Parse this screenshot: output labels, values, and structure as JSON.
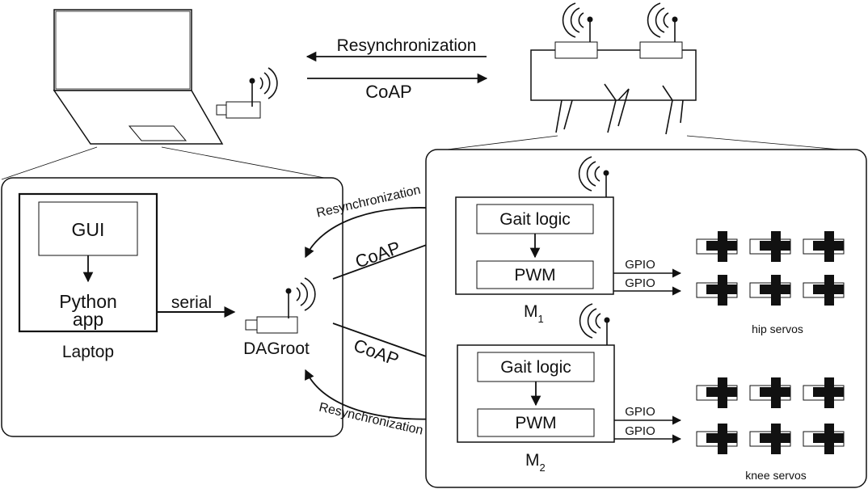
{
  "top": {
    "resync_label": "Resynchronization",
    "coap_label": "CoAP"
  },
  "laptop_panel": {
    "gui_label": "GUI",
    "python_app_line1": "Python",
    "python_app_line2": "app",
    "serial_label": "serial",
    "laptop_label": "Laptop",
    "dagroot_label": "DAGroot",
    "resync_upper_label": "Resynchronization",
    "resync_lower_label": "Resynchronization",
    "coap_upper_label": "CoAP",
    "coap_lower_label": "CoAP"
  },
  "robot_panel": {
    "m1": {
      "gait_label": "Gait logic",
      "pwm_label": "PWM",
      "gpio1": "GPIO",
      "gpio2": "GPIO",
      "name": "M",
      "subscript": "1"
    },
    "m2": {
      "gait_label": "Gait logic",
      "pwm_label": "PWM",
      "gpio1": "GPIO",
      "gpio2": "GPIO",
      "name": "M",
      "subscript": "2"
    },
    "hip_label": "hip servos",
    "knee_label": "knee servos"
  }
}
